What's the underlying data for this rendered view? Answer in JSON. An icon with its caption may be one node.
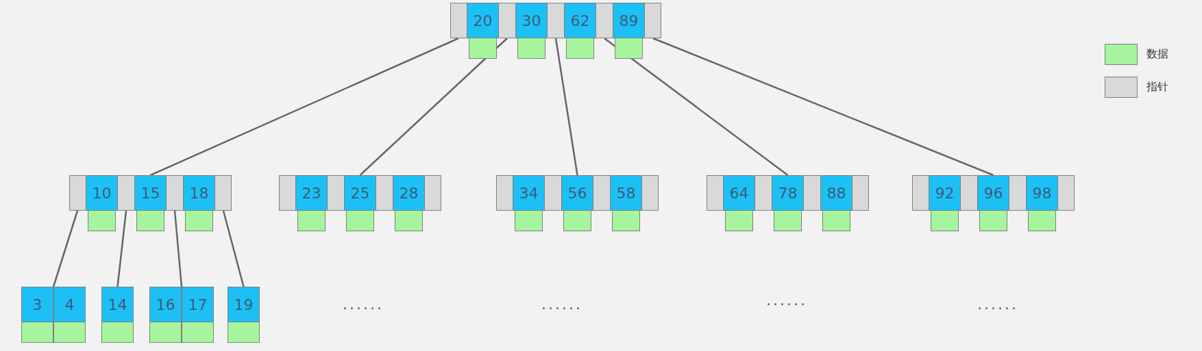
{
  "diagram": {
    "nodes": [
      {
        "text": [
          "20",
          "30",
          "62",
          "89"
        ]
      },
      {
        "text": [
          "10",
          "15",
          "18"
        ]
      },
      {
        "text": [
          "23",
          "25",
          "28"
        ]
      },
      {
        "text": [
          "34",
          "56",
          "58"
        ]
      },
      {
        "text": [
          "64",
          "78",
          "88"
        ]
      },
      {
        "text": [
          "92",
          "96",
          "98"
        ]
      },
      {
        "text": [
          "3",
          "4"
        ]
      },
      {
        "text": [
          "14"
        ]
      },
      {
        "text": [
          "16",
          "17"
        ]
      },
      {
        "text": [
          "19"
        ]
      }
    ],
    "edges": [
      {
        "from": 0,
        "to": 1,
        "arrow": "none"
      },
      {
        "from": 0,
        "to": 2,
        "arrow": "none"
      },
      {
        "from": 0,
        "to": 3,
        "arrow": "none"
      },
      {
        "from": 0,
        "to": 4,
        "arrow": "none"
      },
      {
        "from": 0,
        "to": 5,
        "arrow": "none"
      },
      {
        "from": 1,
        "to": 6,
        "arrow": "none"
      },
      {
        "from": 1,
        "to": 7,
        "arrow": "none"
      },
      {
        "from": 1,
        "to": 8,
        "arrow": "none"
      },
      {
        "from": 1,
        "to": 9,
        "arrow": "none"
      }
    ],
    "labels": [
      "......",
      "......",
      "......",
      "......"
    ],
    "legend": [
      {
        "text": "数据",
        "color": "#a6f59e"
      },
      {
        "text": "指针",
        "color": "#d9d9d9"
      }
    ]
  }
}
